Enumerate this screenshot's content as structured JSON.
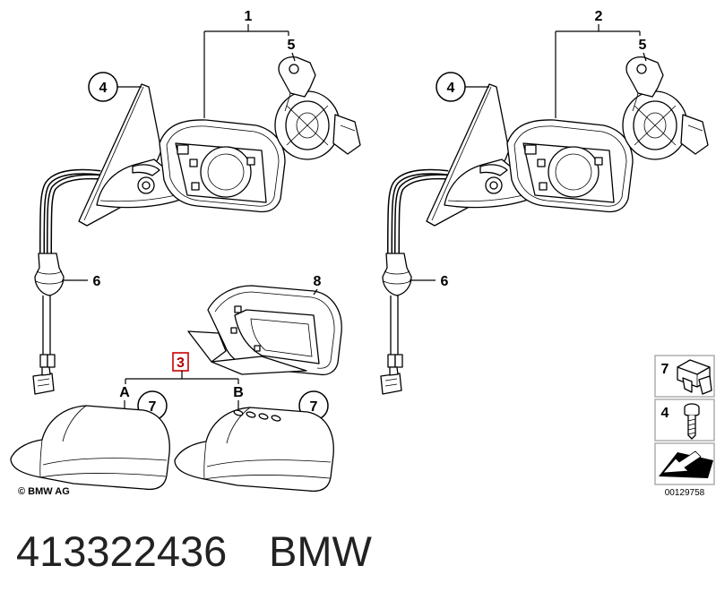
{
  "callouts": {
    "part_1": "1",
    "part_2": "2",
    "part_5_left": "5",
    "part_5_right": "5",
    "part_4_left": "4",
    "part_4_right": "4",
    "part_6_left": "6",
    "part_6_right": "6",
    "part_8": "8",
    "part_3": "3",
    "variant_a": "A",
    "variant_b": "B",
    "part_7_a": "7",
    "part_7_b": "7"
  },
  "copyright": "© BMW AG",
  "legend": {
    "items": [
      {
        "label": "7",
        "icon": "clip-icon"
      },
      {
        "label": "4",
        "icon": "bolt-icon"
      },
      {
        "label": "",
        "icon": "arrow-icon"
      }
    ],
    "code": "00129758"
  },
  "caption": {
    "part_number": "413322436",
    "brand": "BMW"
  },
  "colors": {
    "line": "#000000",
    "highlight": "#cc0000",
    "legend_border": "#9a9a9a"
  }
}
